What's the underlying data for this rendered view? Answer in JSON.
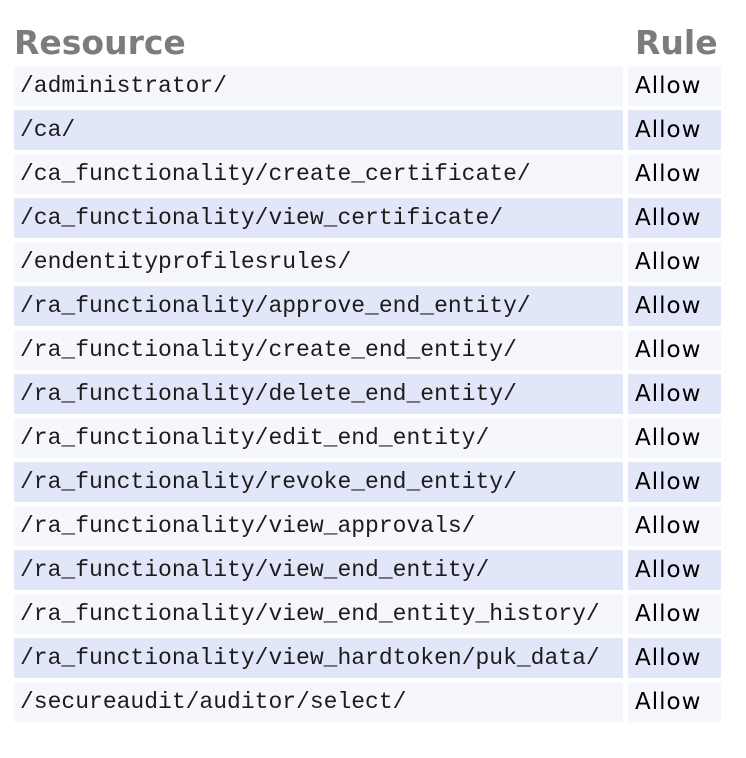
{
  "colors": {
    "page_background": "#ffffff",
    "row_light": "#f6f7fc",
    "row_dark": "#e2e6f9",
    "header_text": "#7c7c7c",
    "resource_text": "#1c1c1c",
    "rule_text": "#000000"
  },
  "table": {
    "columns": [
      {
        "label": "Resource"
      },
      {
        "label": "Rule"
      }
    ],
    "rows": [
      {
        "resource": "/administrator/",
        "rule": "Allow"
      },
      {
        "resource": "/ca/",
        "rule": "Allow"
      },
      {
        "resource": "/ca_functionality/create_certificate/",
        "rule": "Allow"
      },
      {
        "resource": "/ca_functionality/view_certificate/",
        "rule": "Allow"
      },
      {
        "resource": "/endentityprofilesrules/",
        "rule": "Allow"
      },
      {
        "resource": "/ra_functionality/approve_end_entity/",
        "rule": "Allow"
      },
      {
        "resource": "/ra_functionality/create_end_entity/",
        "rule": "Allow"
      },
      {
        "resource": "/ra_functionality/delete_end_entity/",
        "rule": "Allow"
      },
      {
        "resource": "/ra_functionality/edit_end_entity/",
        "rule": "Allow"
      },
      {
        "resource": "/ra_functionality/revoke_end_entity/",
        "rule": "Allow"
      },
      {
        "resource": "/ra_functionality/view_approvals/",
        "rule": "Allow"
      },
      {
        "resource": "/ra_functionality/view_end_entity/",
        "rule": "Allow"
      },
      {
        "resource": "/ra_functionality/view_end_entity_history/",
        "rule": "Allow"
      },
      {
        "resource": "/ra_functionality/view_hardtoken/puk_data/",
        "rule": "Allow"
      },
      {
        "resource": "/secureaudit/auditor/select/",
        "rule": "Allow"
      }
    ]
  }
}
